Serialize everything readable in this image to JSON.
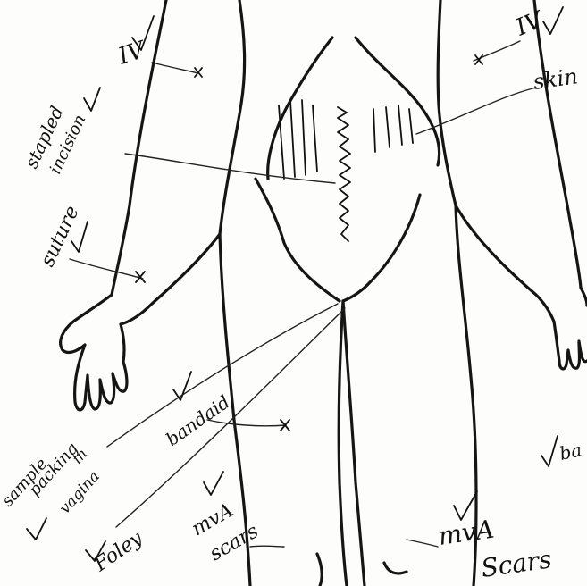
{
  "annotations": {
    "iv_left": "IV",
    "iv_right": "IV",
    "stapled_line1": "stapled",
    "stapled_line2": "incision",
    "skin": "skin",
    "suture": "suture",
    "bandaid": "bandaid",
    "sample_line1": "sample",
    "sample_line2": "packing",
    "sample_line3": "in",
    "sample_line4": "vagina",
    "foley": "Foley",
    "mva_left_line1": "mvA",
    "mva_left_line2": "scars",
    "mva_right_line1": "mvA",
    "mva_right_line2": "Scars",
    "right_edge_fragment": "ba"
  },
  "marks": {
    "checkmark": "checkmark",
    "x_mark": "x-mark"
  }
}
